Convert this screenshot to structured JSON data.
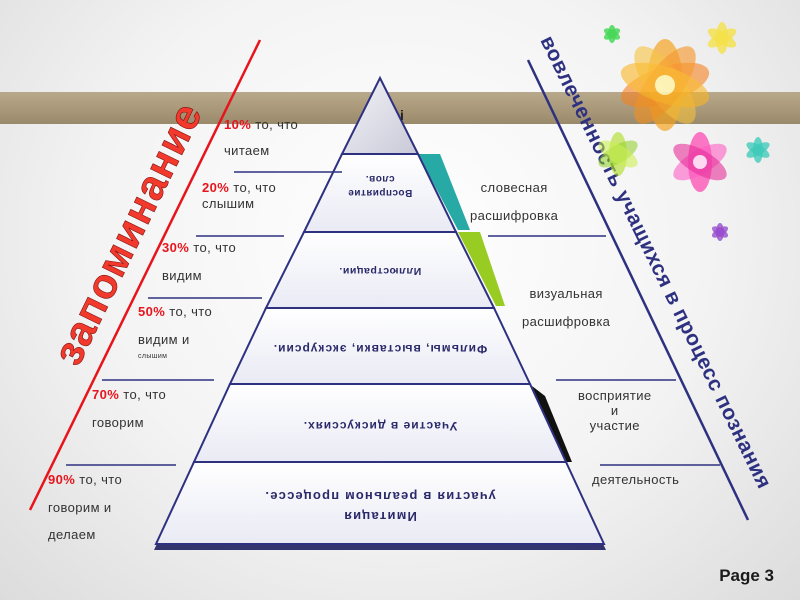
{
  "left_title": "запоминание",
  "right_title": "вовлеченность учащихся в процесс познания",
  "tiers": [
    {
      "id": "top",
      "text": "i"
    },
    {
      "id": "t2",
      "text": "Восприятие слов."
    },
    {
      "id": "t3",
      "text": "Иллюстрации."
    },
    {
      "id": "t4",
      "text": "Фильмы, выставки, экскурсии."
    },
    {
      "id": "t5",
      "text": "Участие в дискуссиях."
    },
    {
      "id": "t6",
      "text": "Имитация участия в реальном процессе."
    }
  ],
  "left_labels": [
    {
      "pct": "10%",
      "l1": " то, что",
      "l2": "читаем"
    },
    {
      "pct": "20%",
      "l1": " то, что",
      "l2": "слышим"
    },
    {
      "pct": "30%",
      "l1": " то, что",
      "l2": "видим"
    },
    {
      "pct": "50%",
      "l1": " то, что",
      "l2": "видим и",
      "l3": "слышим"
    },
    {
      "pct": "70%",
      "l1": " то, что",
      "l2": "говорим"
    },
    {
      "pct": "90%",
      "l1": " то, что",
      "l2": "говорим и",
      "l3": "делаем"
    }
  ],
  "right_labels": [
    {
      "l1": "словесная",
      "l2": "расшифровка"
    },
    {
      "l1": "визуальная",
      "l2": "расшифровка"
    },
    {
      "l1": "восприятие",
      "l2": "и",
      "l3": "участие"
    },
    {
      "l1": "деятельность"
    }
  ],
  "footer": {
    "page": "Page 3"
  }
}
